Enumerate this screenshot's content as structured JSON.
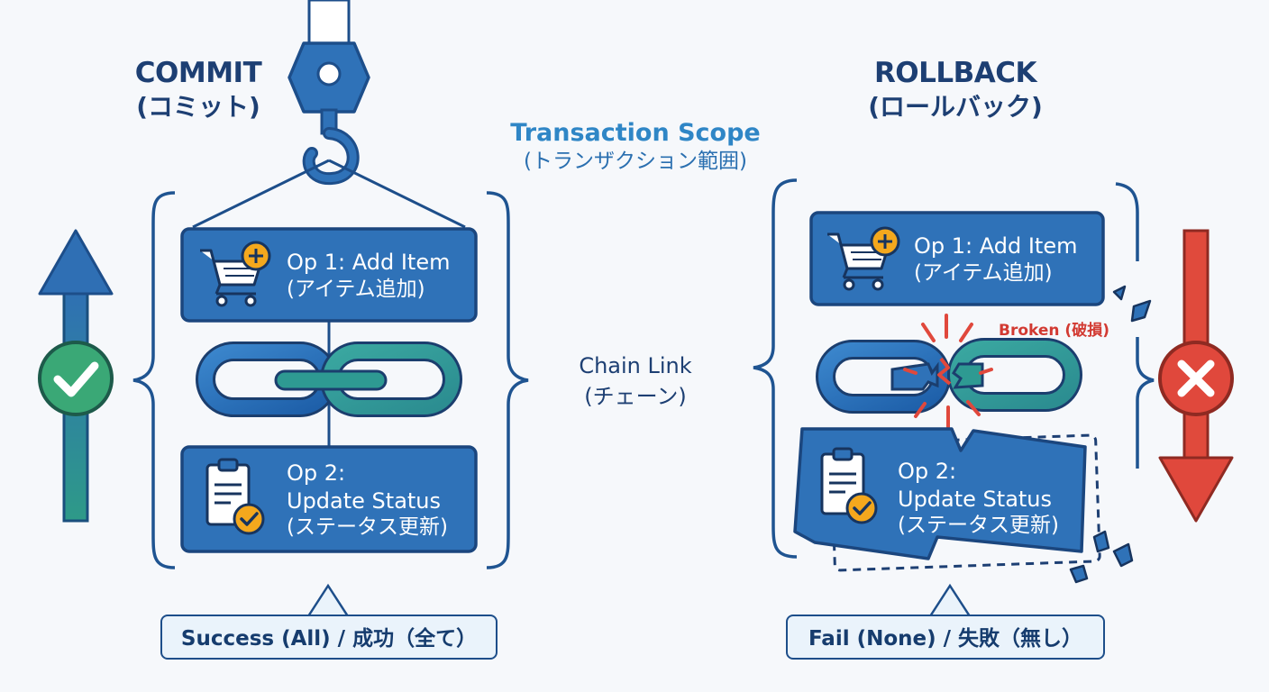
{
  "commit": {
    "title": "COMMIT",
    "subtitle": "(コミット)",
    "op1": {
      "title": "Op 1: Add Item",
      "subtitle": "(アイテム追加)"
    },
    "op2": {
      "line1": "Op 2:",
      "line2": "Update Status",
      "subtitle": "(ステータス更新)"
    },
    "result": "Success (All) / 成功（全て）"
  },
  "scope": {
    "title": "Transaction Scope",
    "subtitle": "(トランザクション範囲)"
  },
  "chain": {
    "title": "Chain Link",
    "subtitle": "(チェーン)"
  },
  "rollback": {
    "title": "ROLLBACK",
    "subtitle": "(ロールバック)",
    "op1": {
      "title": "Op 1: Add Item",
      "subtitle": "(アイテム追加)"
    },
    "op2": {
      "line1": "Op 2:",
      "line2": "Update Status",
      "subtitle": "(ステータス更新)"
    },
    "broken_label": "Broken (破損)",
    "result": "Fail (None) / 失敗（無し）"
  },
  "colors": {
    "navy": "#1d4e8a",
    "box_blue": "#2f72b8",
    "teal": "#2e9a92",
    "green": "#3aa876",
    "red": "#e0483c",
    "orange": "#f4a81d"
  },
  "icons": [
    "upload-arrow-icon",
    "check-circle-icon",
    "crane-hook-icon",
    "shopping-cart-plus-icon",
    "clipboard-check-icon",
    "chain-link-icon",
    "broken-chain-icon",
    "x-circle-icon",
    "download-arrow-icon"
  ]
}
